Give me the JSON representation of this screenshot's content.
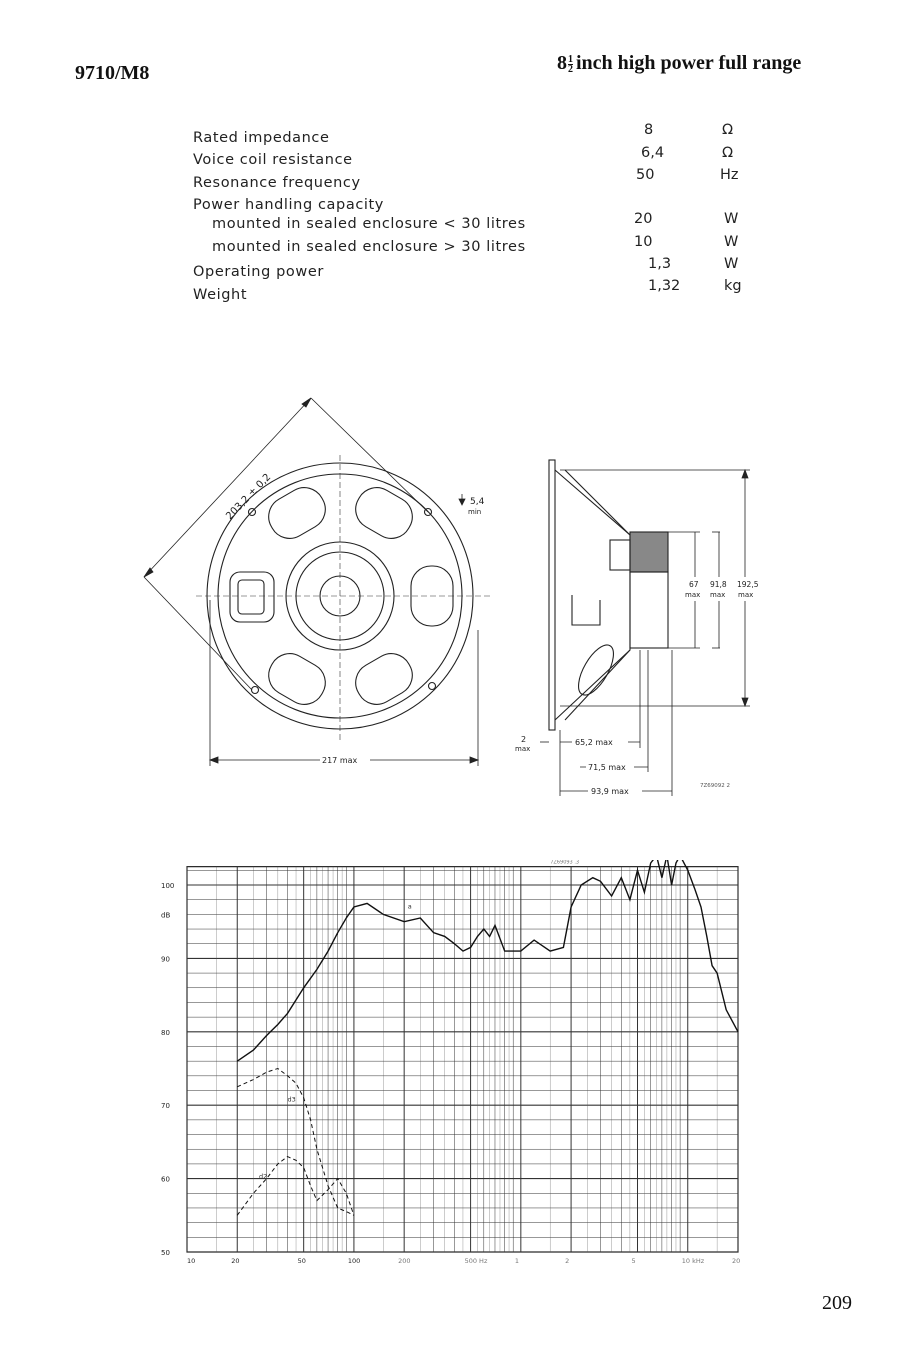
{
  "header": {
    "model": "9710/M8",
    "title_whole": "8",
    "title_frac_num": "1",
    "title_frac_den": "2",
    "title_rest": "inch high power full range"
  },
  "specs": [
    {
      "label": "Rated impedance",
      "value": "8",
      "unit": "Ω"
    },
    {
      "label": "Voice coil resistance",
      "value": "6,4",
      "unit": "Ω"
    },
    {
      "label": "Resonance frequency",
      "value": "50",
      "unit": "Hz"
    },
    {
      "label": "Power handling capacity",
      "value": "",
      "unit": ""
    },
    {
      "label": "mounted in sealed enclosure < 30 litres",
      "value": "20",
      "unit": "W"
    },
    {
      "label": "mounted in sealed enclosure > 30 litres",
      "value": "10",
      "unit": "W"
    },
    {
      "label": "Operating power",
      "value": "1,3",
      "unit": "W"
    },
    {
      "label": "Weight",
      "value": "1,32",
      "unit": "kg"
    }
  ],
  "drawing": {
    "diagonal": "203,2 ± 0,2",
    "mount_depth": "5,4",
    "mount_depth_note": "min",
    "front_width": "217 max",
    "lip": "2",
    "lip_note": "max",
    "depth_a": "65,2 max",
    "depth_b": "71,5 max",
    "depth_c": "93,9 max",
    "dim_magnet": "67",
    "dim_mid": "91,8",
    "dim_outer": "192,5",
    "max_label": "max",
    "drawing_ref": "7Z69092 2"
  },
  "chart_data": {
    "type": "line",
    "ylabel": "dB",
    "ylim": [
      50,
      100
    ],
    "y_ticks": [
      "100",
      "90",
      "80",
      "70",
      "60",
      "50"
    ],
    "x_scale": "log",
    "xlim": [
      10,
      20000
    ],
    "x_ticks": [
      "10",
      "20",
      "50",
      "100",
      "200",
      "500 Hz",
      "1",
      "2",
      "5",
      "10 kHz",
      "20"
    ],
    "ref": "7Z69093 .3",
    "series": [
      {
        "name": "a",
        "style": "solid",
        "points": [
          [
            20,
            76
          ],
          [
            25,
            77.5
          ],
          [
            30,
            79.5
          ],
          [
            35,
            81
          ],
          [
            40,
            82.5
          ],
          [
            50,
            86
          ],
          [
            60,
            88.5
          ],
          [
            70,
            91
          ],
          [
            80,
            93.5
          ],
          [
            90,
            95.5
          ],
          [
            100,
            97
          ],
          [
            120,
            97.5
          ],
          [
            150,
            96
          ],
          [
            200,
            95
          ],
          [
            250,
            95.5
          ],
          [
            300,
            93.5
          ],
          [
            350,
            93
          ],
          [
            400,
            92
          ],
          [
            450,
            91
          ],
          [
            500,
            91.5
          ],
          [
            550,
            93
          ],
          [
            600,
            94
          ],
          [
            650,
            93
          ],
          [
            700,
            94.5
          ],
          [
            800,
            91
          ],
          [
            1000,
            91
          ],
          [
            1200,
            92.5
          ],
          [
            1500,
            91
          ],
          [
            1800,
            91.5
          ],
          [
            2000,
            97
          ],
          [
            2300,
            100
          ],
          [
            2700,
            101
          ],
          [
            3000,
            100.5
          ],
          [
            3500,
            98.5
          ],
          [
            4000,
            101
          ],
          [
            4500,
            98
          ],
          [
            5000,
            102
          ],
          [
            5500,
            99
          ],
          [
            6000,
            103
          ],
          [
            6500,
            104
          ],
          [
            7000,
            101
          ],
          [
            7500,
            104
          ],
          [
            8000,
            100
          ],
          [
            8500,
            103
          ],
          [
            9000,
            104
          ],
          [
            10000,
            102
          ],
          [
            11000,
            99.5
          ],
          [
            12000,
            97
          ],
          [
            13000,
            93
          ],
          [
            14000,
            89
          ],
          [
            15000,
            88
          ],
          [
            17000,
            83
          ],
          [
            20000,
            80
          ]
        ]
      },
      {
        "name": "d3",
        "style": "dashed",
        "points": [
          [
            20,
            72.5
          ],
          [
            25,
            73.5
          ],
          [
            30,
            74.5
          ],
          [
            35,
            75
          ],
          [
            40,
            74
          ],
          [
            45,
            73
          ],
          [
            50,
            71
          ],
          [
            55,
            68
          ],
          [
            60,
            64
          ],
          [
            70,
            59
          ],
          [
            80,
            56
          ],
          [
            90,
            55.5
          ],
          [
            100,
            55
          ]
        ]
      },
      {
        "name": "d2",
        "style": "dashed",
        "points": [
          [
            20,
            55
          ],
          [
            25,
            58
          ],
          [
            30,
            60
          ],
          [
            35,
            62
          ],
          [
            40,
            63
          ],
          [
            45,
            62.5
          ],
          [
            50,
            61.5
          ],
          [
            55,
            59
          ],
          [
            60,
            57
          ],
          [
            70,
            58.5
          ],
          [
            80,
            60
          ],
          [
            90,
            58
          ],
          [
            100,
            55
          ]
        ]
      }
    ]
  },
  "page_number": "209"
}
